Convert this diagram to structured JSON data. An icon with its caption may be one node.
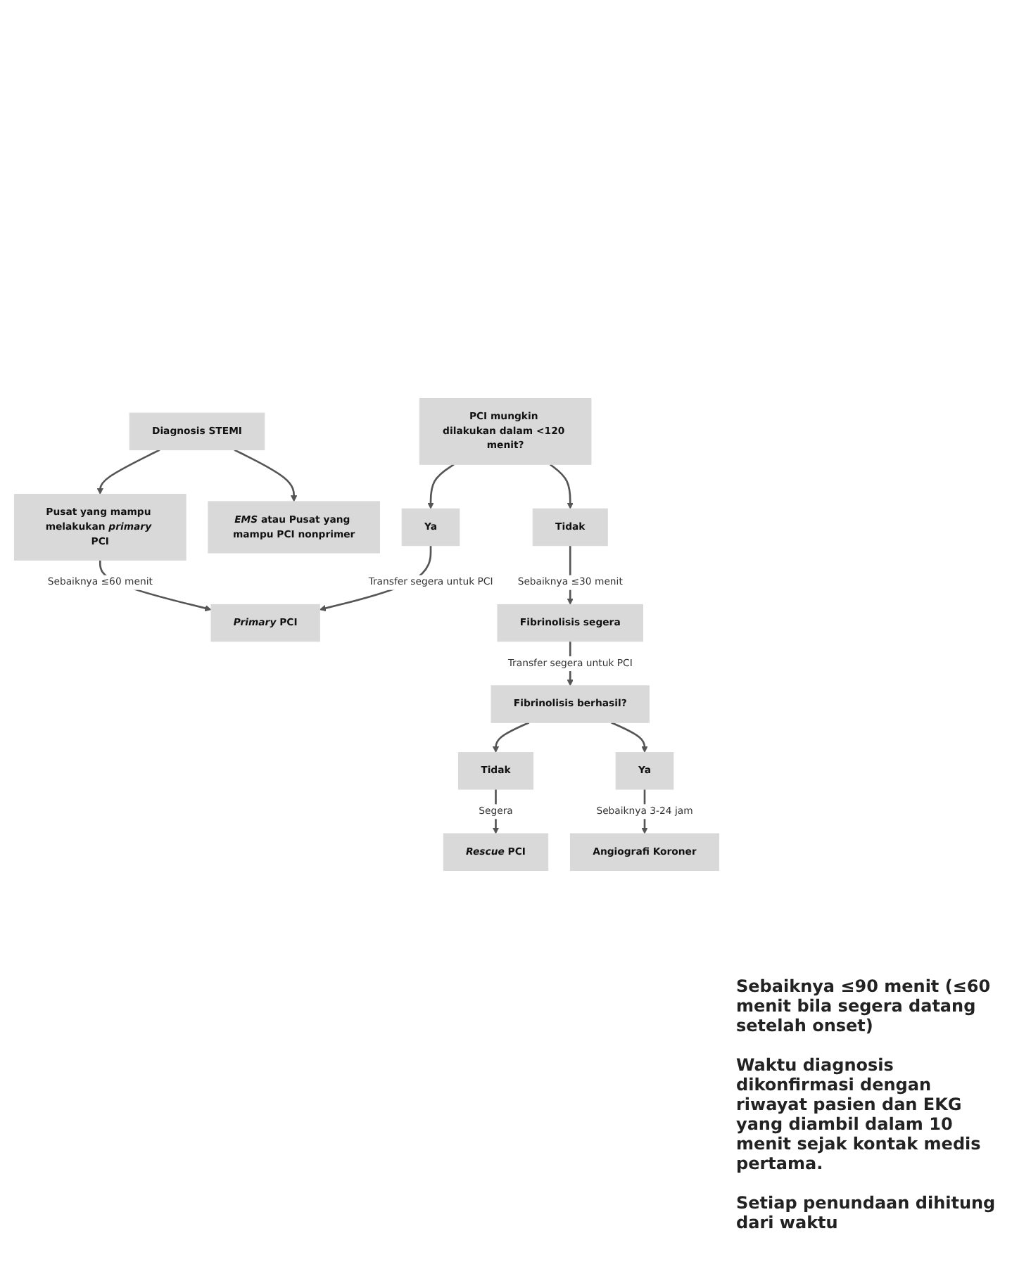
{
  "diagram": {
    "nodes": [
      {
        "text": [
          "Diagnosis STEMI"
        ]
      },
      {
        "text": [
          "Pusat yang mampu melakukan *primary* PCI"
        ]
      },
      {
        "text": [
          "*EMS* atau Pusat yang mampu PCI nonprimer"
        ]
      },
      {
        "text": [
          "PCI mungkin dilakukan dalam <120 menit?"
        ]
      },
      {
        "text": [
          "*Primary* PCI"
        ]
      },
      {
        "text": [
          "Ya"
        ]
      },
      {
        "text": [
          "Tidak"
        ]
      },
      {
        "text": [
          "*Rescue* PCI"
        ]
      },
      {
        "text": [
          "Tidak"
        ]
      },
      {
        "text": [
          "Fibrinolisis berhasil?"
        ]
      },
      {
        "text": [
          "Fibrinolisis segera"
        ]
      },
      {
        "text": [
          "Ya"
        ]
      },
      {
        "text": [
          "Angiografi Koroner"
        ]
      }
    ],
    "edges": [
      {
        "from": 0,
        "to": 1,
        "arrow": "to"
      },
      {
        "from": 0,
        "to": 2,
        "arrow": "to"
      },
      {
        "from": 1,
        "to": 4,
        "arrow": "to",
        "label": "Sebaiknya ≤60 menit"
      },
      {
        "from": 3,
        "to": 5,
        "arrow": "to"
      },
      {
        "from": 3,
        "to": 6,
        "arrow": "to"
      },
      {
        "from": 5,
        "to": 4,
        "arrow": "to",
        "label": "Transfer segera untuk PCI"
      },
      {
        "from": 6,
        "to": 10,
        "arrow": "to",
        "label": "Sebaiknya ≤30 menit"
      },
      {
        "from": 10,
        "to": 9,
        "arrow": "to",
        "label": "Transfer segera untuk PCI"
      },
      {
        "from": 9,
        "to": 8,
        "arrow": "to"
      },
      {
        "from": 9,
        "to": 11,
        "arrow": "to"
      },
      {
        "from": 8,
        "to": 7,
        "arrow": "to",
        "label": "Segera"
      },
      {
        "from": 11,
        "to": 12,
        "arrow": "to",
        "label": "Sebaiknya 3-24 jam"
      }
    ],
    "labels": [
      "Sebaiknya ≤90 menit (≤60 menit bila segera datang setelah onset)",
      "Waktu diagnosis dikonfirmasi dengan riwayat pasien dan EKG yang diambil dalam 10 menit sejak kontak medis pertama.",
      "Setiap penundaan dihitung dari waktu"
    ]
  }
}
